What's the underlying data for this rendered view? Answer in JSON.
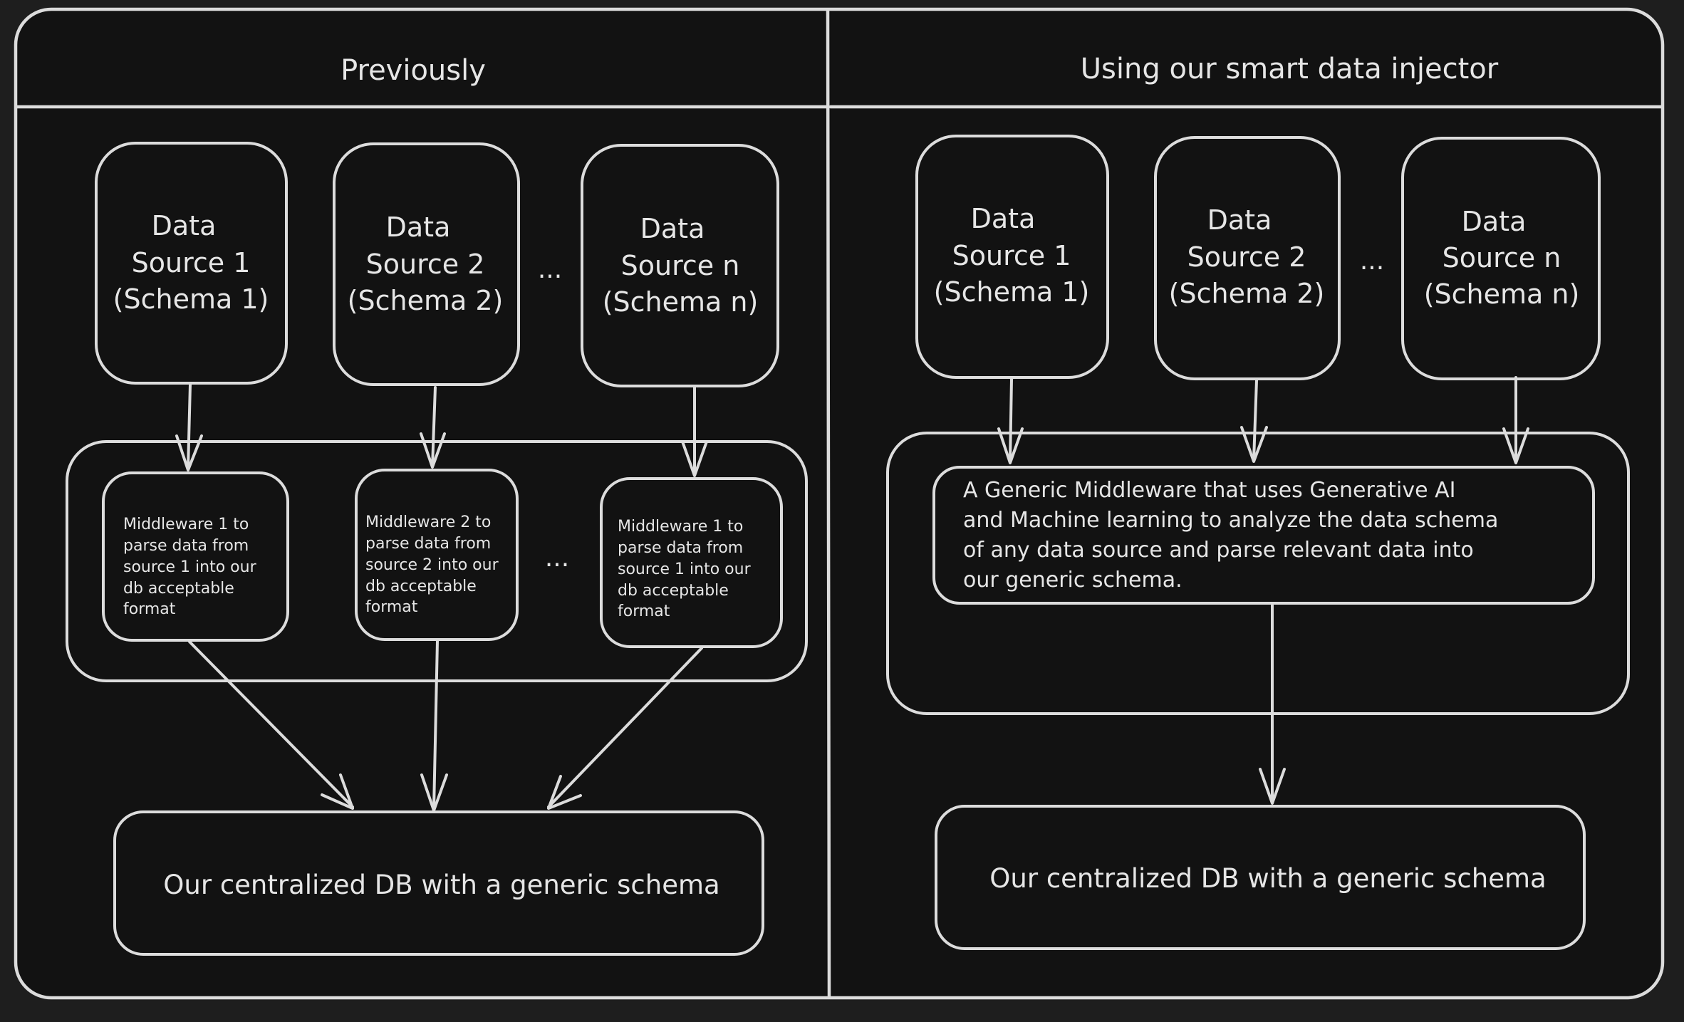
{
  "colors": {
    "background": "#1e1e1e",
    "frame_fill": "#121212",
    "stroke": "#dcdcdc",
    "text": "#e6e6e6"
  },
  "left_panel": {
    "title": "Previously",
    "sources": [
      {
        "line1": "Data",
        "line2": "Source 1",
        "line3": "(Schema 1)"
      },
      {
        "line1": "Data",
        "line2": "Source 2",
        "line3": "(Schema 2)"
      },
      {
        "line1": "Data",
        "line2": "Source n",
        "line3": "(Schema n)"
      }
    ],
    "source_ellipsis": "...",
    "middlewares": [
      {
        "lines": [
          "Middleware 1 to",
          "parse data from",
          "source 1 into our",
          "db acceptable",
          "format"
        ]
      },
      {
        "lines": [
          "Middleware 2 to",
          "parse data from",
          "source 2 into our",
          "db acceptable",
          "format"
        ]
      },
      {
        "lines": [
          "Middleware 1 to",
          "parse data from",
          "source 1 into our",
          "db acceptable",
          "format"
        ]
      }
    ],
    "middleware_ellipsis": "...",
    "db_label": "Our centralized DB with a generic schema"
  },
  "right_panel": {
    "title": "Using our smart data injector",
    "sources": [
      {
        "line1": "Data",
        "line2": "Source 1",
        "line3": "(Schema 1)"
      },
      {
        "line1": "Data",
        "line2": "Source 2",
        "line3": "(Schema 2)"
      },
      {
        "line1": "Data",
        "line2": "Source n",
        "line3": "(Schema n)"
      }
    ],
    "source_ellipsis": "...",
    "generic_middleware": {
      "lines": [
        "A Generic Middleware that uses Generative AI",
        "and Machine learning to analyze the data schema",
        "of any data source and parse relevant data into",
        "our generic schema."
      ]
    },
    "db_label": "Our centralized DB with a generic schema"
  }
}
